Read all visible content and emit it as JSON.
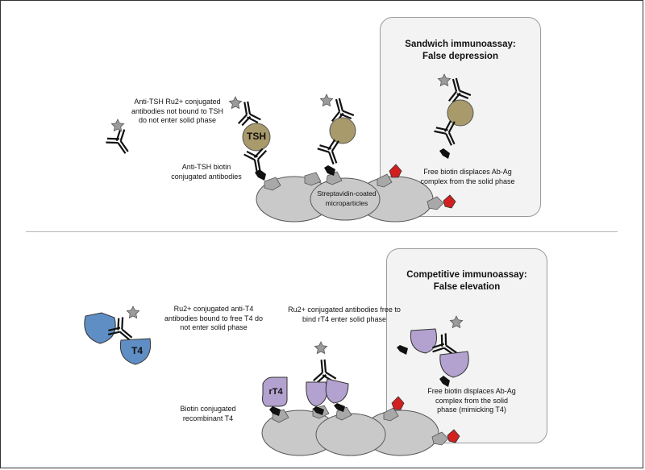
{
  "top_panel": {
    "title": "Sandwich immunoassay:\nFalse depression",
    "label_unbound": "Anti-TSH Ru2+ conjugated\nantibodies not bound to TSH\ndo not enter solid phase",
    "label_biotin": "Anti-TSH biotin\nconjugated antibodies",
    "label_microparticles": "Streptavidin-coated\nmicroparticles",
    "label_free_biotin": "Free biotin displaces Ab-Ag\ncomplex from the solid phase",
    "tsh_label": "TSH"
  },
  "bottom_panel": {
    "title": "Competitive immunoassay:\nFalse elevation",
    "label_ru_t4": "Ru2+ conjugated anti-T4\nantibodies bound to free T4 do\nnot enter solid phase",
    "label_free_bind": "Ru2+ conjugated antibodies free to\nbind rT4  enter solid phase",
    "label_biotin_rt4": "Biotin conjugated\nrecombinant T4",
    "label_free_biotin": "Free biotin displaces Ab-Ag\ncomplex from the solid\nphase (mimicking T4)",
    "t4_label": "T4",
    "rt4_label": "rT4"
  },
  "colors": {
    "particle": "#c9c9c9",
    "antigen_tsh": "#a89a6a",
    "t4_blue": "#5f8ec4",
    "rt4_purple": "#b3a2cf",
    "biotin_red": "#d21f1f",
    "ruthenium_star": "#9b9b9b",
    "inset_bg": "#f3f3f3"
  }
}
